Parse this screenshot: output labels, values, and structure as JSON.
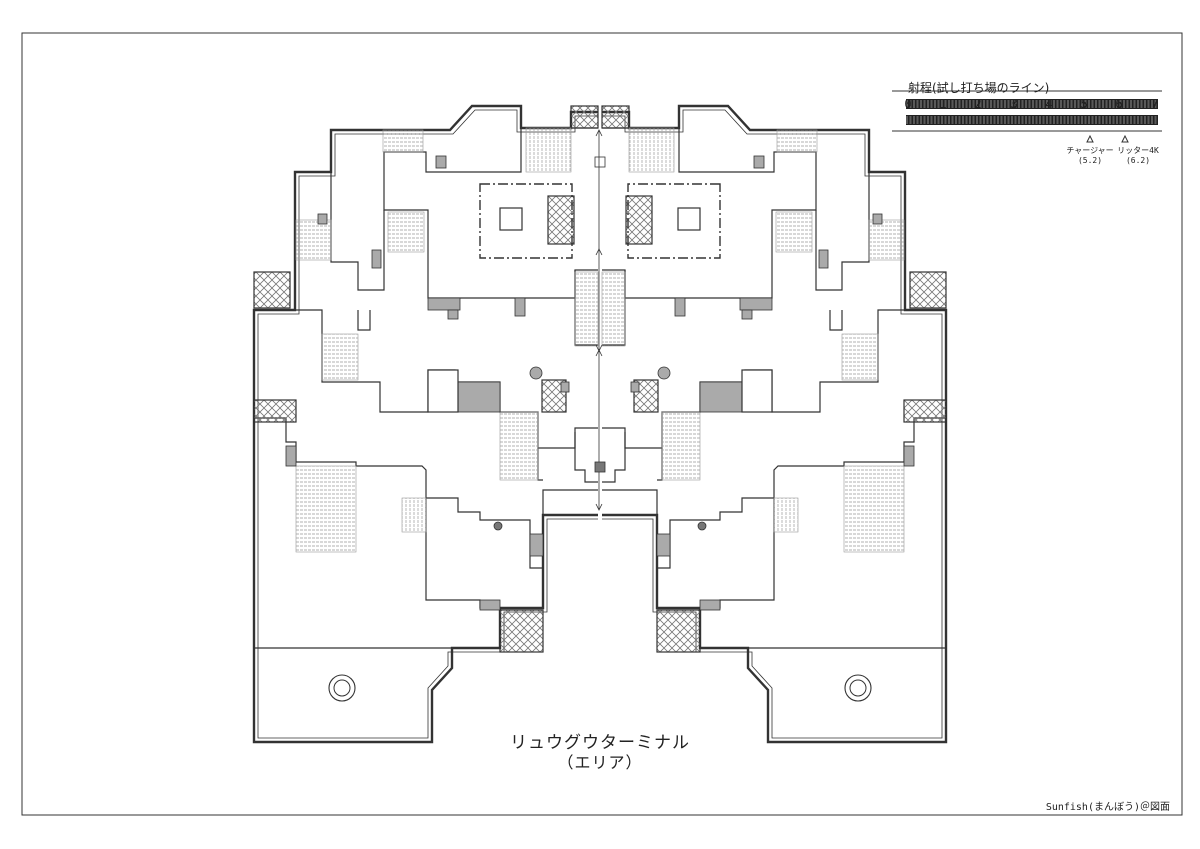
{
  "map": {
    "title": "リュウグウターミナル",
    "subtitle": "（エリア）",
    "credit": "Sunfish(まんぼう)＠図面"
  },
  "scale": {
    "title": "射程(試し打ち場のライン)",
    "ticks": [
      "0",
      "1",
      "2",
      "3",
      "4",
      "5",
      "6",
      "7"
    ],
    "markers": [
      {
        "name": "チャージャー",
        "value": "(5.2)"
      },
      {
        "name": "リッター4K",
        "value": "(6.2)"
      }
    ]
  }
}
